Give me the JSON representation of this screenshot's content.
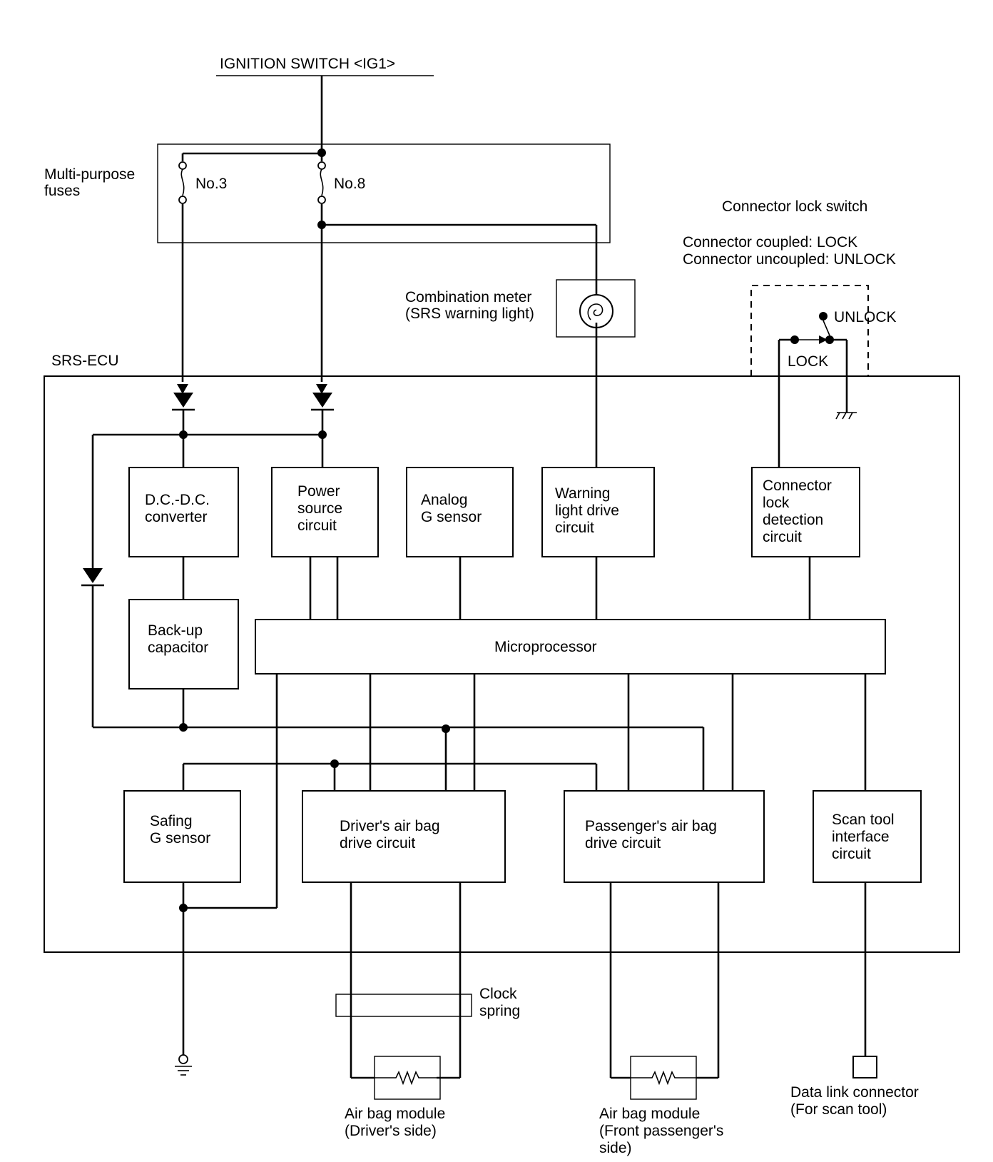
{
  "labels": {
    "ignition_switch": "IGNITION SWITCH <IG1>",
    "multi_purpose_fuses": [
      "Multi-purpose",
      "fuses"
    ],
    "fuse_no3": "No.3",
    "fuse_no8": "No.8",
    "connector_lock_switch": "Connector lock switch",
    "connector_coupled": "Connector coupled: LOCK",
    "connector_uncoupled": "Connector uncoupled: UNLOCK",
    "unlock": "UNLOCK",
    "lock": "LOCK",
    "combination_meter": [
      "Combination meter",
      "(SRS warning light)"
    ],
    "srs_ecu": "SRS-ECU",
    "clock_spring": [
      "Clock",
      "spring"
    ],
    "airbag_driver": [
      "Air bag module",
      "(Driver's side)"
    ],
    "airbag_passenger": [
      "Air bag module",
      "(Front passenger's",
      "side)"
    ],
    "data_link_connector": [
      "Data link connector",
      "(For scan tool)"
    ]
  },
  "blocks": {
    "dcdc": [
      "D.C.-D.C.",
      "converter"
    ],
    "power_source": [
      "Power",
      "source",
      "circuit"
    ],
    "analog_g": [
      "Analog",
      "G sensor"
    ],
    "warning_drive": [
      "Warning",
      "light drive",
      "circuit"
    ],
    "connector_lock_detect": [
      "Connector",
      "lock",
      "detection",
      "circuit"
    ],
    "backup_cap": [
      "Back-up",
      "capacitor"
    ],
    "microprocessor": "Microprocessor",
    "safing_g": [
      "Safing",
      "G sensor"
    ],
    "driver_drive": [
      "Driver's air bag",
      "drive circuit"
    ],
    "passenger_drive": [
      "Passenger's air bag",
      "drive circuit"
    ],
    "scan_tool_if": [
      "Scan tool",
      "interface",
      "circuit"
    ]
  }
}
